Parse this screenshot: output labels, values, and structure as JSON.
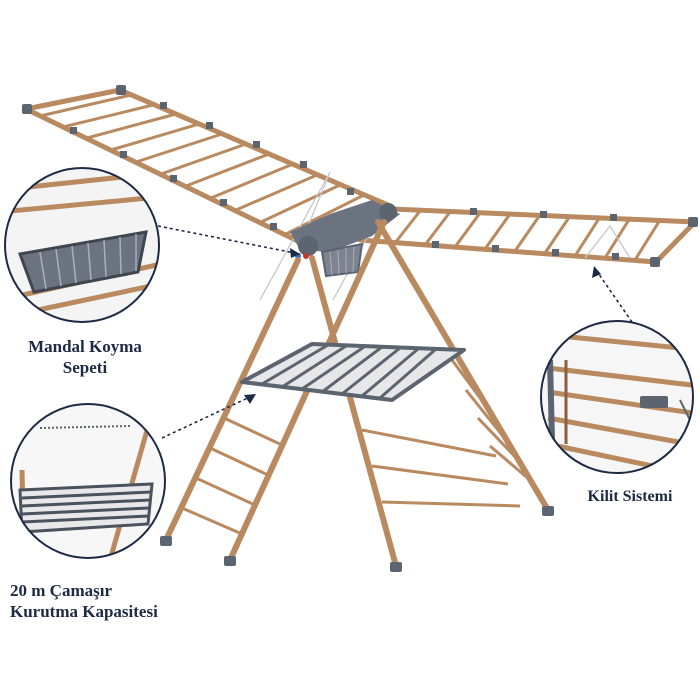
{
  "callouts": {
    "basket": {
      "line1": "Mandal Koyma",
      "line2": "Sepeti"
    },
    "lock": {
      "line1": "Kilit Sistemi"
    },
    "capacity": {
      "line1": "20 m Çamaşır",
      "line2": "Kurutma Kapasitesi"
    }
  },
  "colors": {
    "frame": "#b98a60",
    "frame_dark": "#8a6040",
    "joint": "#5c6470",
    "wire": "#c7c7c7",
    "label": "#1d2a44",
    "leader": "#1d2a44",
    "accent_red": "#c0392b",
    "accent_blue": "#2f6fd1"
  }
}
